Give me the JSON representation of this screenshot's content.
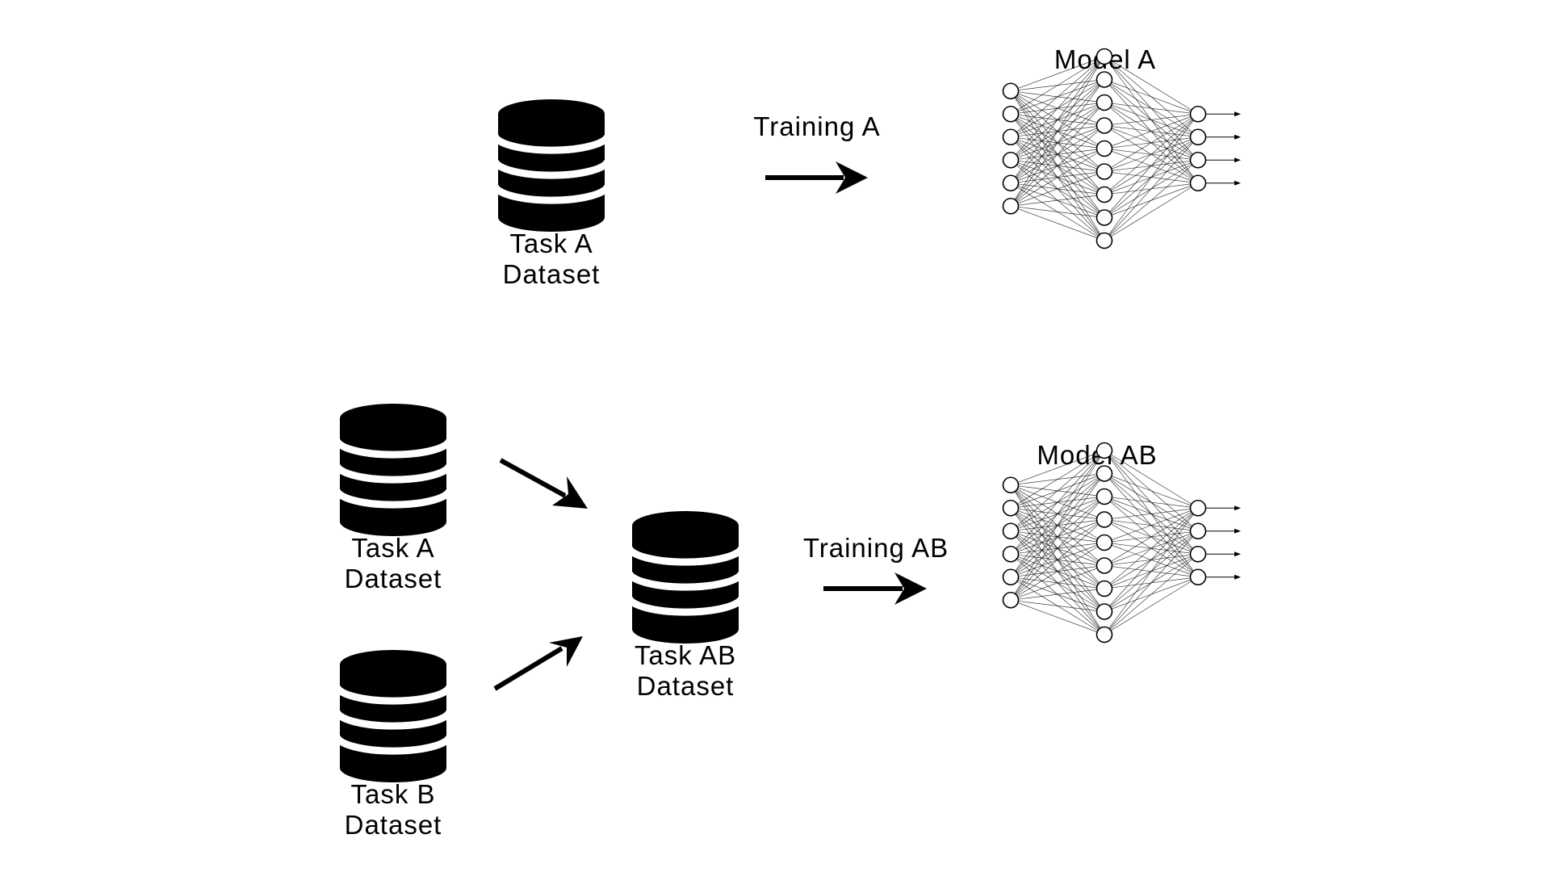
{
  "diagram": {
    "top_row": {
      "dataset_label_line1": "Task A",
      "dataset_label_line2": "Dataset",
      "training_label": "Training A",
      "model_label": "Model A"
    },
    "bottom_row": {
      "task_a_line1": "Task A",
      "task_a_line2": "Dataset",
      "task_b_line1": "Task B",
      "task_b_line2": "Dataset",
      "task_ab_line1": "Task AB",
      "task_ab_line2": "Dataset",
      "training_label": "Training AB",
      "model_label": "Model AB"
    },
    "network": {
      "layer_sizes": [
        6,
        9,
        4
      ]
    },
    "icons": {
      "dataset": "database-icon",
      "model": "neural-network-icon"
    }
  }
}
